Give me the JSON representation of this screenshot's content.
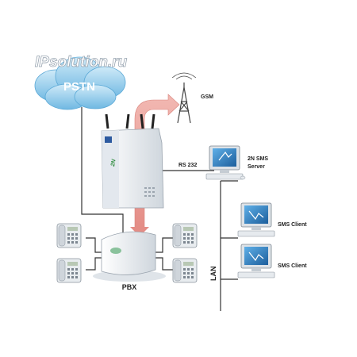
{
  "watermark": "IPsolution.ru",
  "cloud_label": "PSTN",
  "gsm_label": "GSM",
  "rs232_label": "RS 232",
  "server_label_line1": "2N  SMS",
  "server_label_line2": "Server",
  "client1_label": "SMS Client",
  "client2_label": "SMS Client",
  "lan_label": "LAN",
  "pbx_label": "PBX",
  "colors": {
    "cloud": "#8ccbea",
    "arrow": "#e8a09a",
    "line": "#333333",
    "screen": "#2b7fc2",
    "device": "#eef1f4"
  }
}
